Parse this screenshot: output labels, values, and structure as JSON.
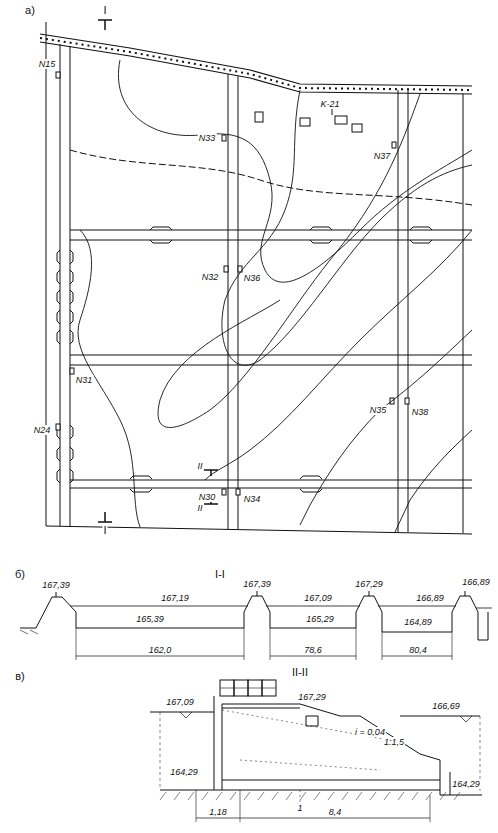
{
  "diagram": {
    "labels": [
      "а)",
      "I",
      "I",
      "N15",
      "K-21",
      "N33",
      "N37",
      "N32",
      "N36",
      "N31",
      "N24",
      "N35",
      "N38",
      "N30",
      "N34",
      "II",
      "II",
      "б)",
      "I-I",
      "167,39",
      "167,19",
      "165,39",
      "167,39",
      "167,09",
      "165,29",
      "167,29",
      "166,89",
      "164,89",
      "166,89",
      "162,0",
      "78,6",
      "80,4",
      "в)",
      "II-II",
      "167,09",
      "167,29",
      "i = 0,04",
      "166,69",
      "164,29",
      "164,29",
      "1:1,5",
      "1",
      "1,18",
      "8,4"
    ]
  }
}
